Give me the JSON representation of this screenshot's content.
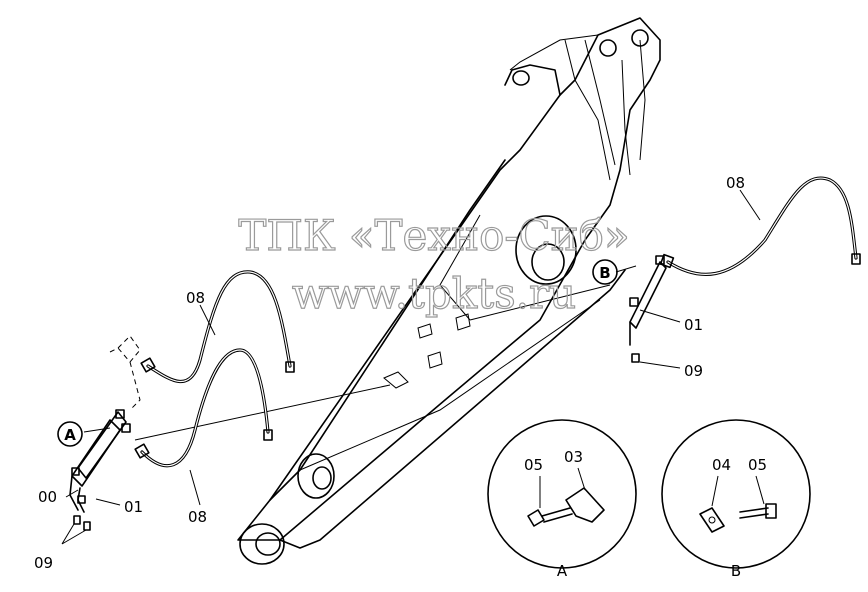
{
  "watermark": {
    "line1": "ТПК «Техно-Сиб»",
    "line2": "www.tpkts.ru"
  },
  "labels": {
    "hose_upper_left": "08",
    "hose_lower_left": "08",
    "hose_right": "08",
    "clamp_left": "01",
    "clamp_right": "01",
    "fitting_left": "00",
    "bolt_left": "09",
    "bolt_right": "09",
    "callout_a": "A",
    "callout_b": "B"
  },
  "detail_a": {
    "title": "A",
    "bolt": "05",
    "plate": "03"
  },
  "detail_b": {
    "title": "B",
    "clip": "04",
    "bolt": "05"
  }
}
